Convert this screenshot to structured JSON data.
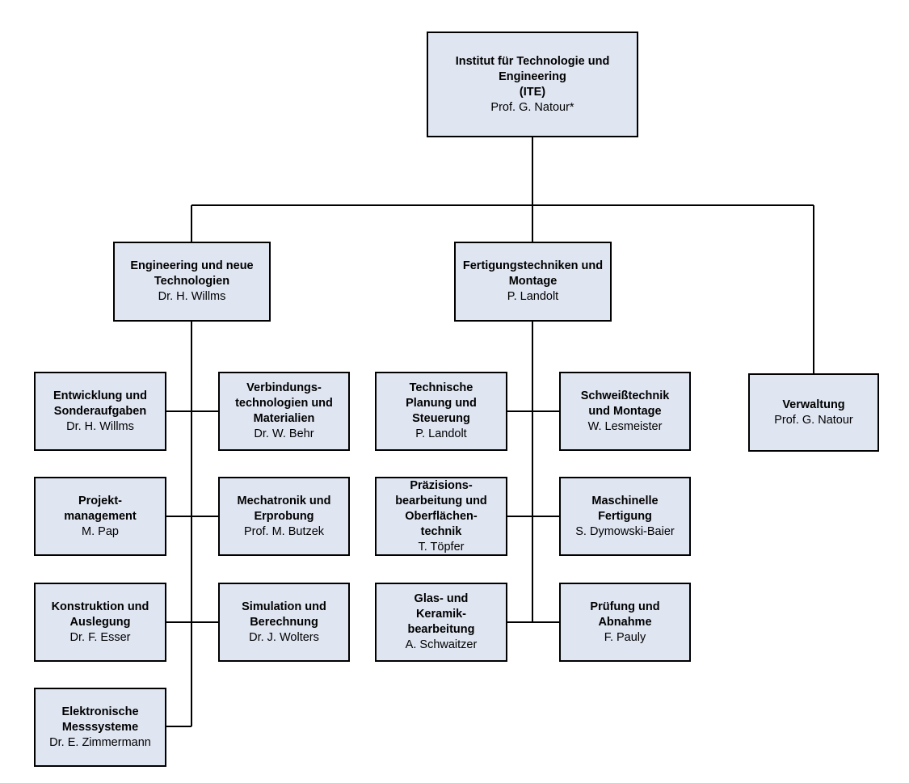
{
  "org": {
    "root": {
      "title": "Institut für Technologie und\nEngineering\n(ITE)",
      "person": "Prof. G. Natour*"
    },
    "dept_engineering": {
      "title": "Engineering und neue\nTechnologien",
      "person": "Dr. H. Willms"
    },
    "dept_fertigung": {
      "title": "Fertigungstechniken und\nMontage",
      "person": "P. Landolt"
    },
    "verwaltung": {
      "title": "Verwaltung",
      "person": "Prof. G. Natour"
    },
    "units": {
      "entwicklung": {
        "title": "Entwicklung und\nSonderaufgaben",
        "person": "Dr. H. Willms"
      },
      "verbindung": {
        "title": "Verbindungs-\ntechnologien und\nMaterialien",
        "person": "Dr. W. Behr"
      },
      "projekt": {
        "title": "Projekt-\nmanagement",
        "person": "M. Pap"
      },
      "mechatronik": {
        "title": "Mechatronik und\nErprobung",
        "person": "Prof. M. Butzek"
      },
      "konstruktion": {
        "title": "Konstruktion und\nAuslegung",
        "person": "Dr. F. Esser"
      },
      "simulation": {
        "title": "Simulation und\nBerechnung",
        "person": "Dr. J. Wolters"
      },
      "elektronik": {
        "title": "Elektronische\nMesssysteme",
        "person": "Dr. E. Zimmermann"
      },
      "technische": {
        "title": "Technische\nPlanung und\nSteuerung",
        "person": "P. Landolt"
      },
      "schweiss": {
        "title": "Schweißtechnik\nund Montage",
        "person": "W. Lesmeister"
      },
      "praezision": {
        "title": "Präzisions-\nbearbeitung und\nOberflächen-\ntechnik",
        "person": "T. Töpfer"
      },
      "maschinell": {
        "title": "Maschinelle\nFertigung",
        "person": "S. Dymowski-Baier"
      },
      "glas": {
        "title": "Glas- und\nKeramik-\nbearbeitung",
        "person": "A. Schwaitzer"
      },
      "pruefung": {
        "title": "Prüfung und\nAbnahme",
        "person": "F. Pauly"
      }
    }
  }
}
